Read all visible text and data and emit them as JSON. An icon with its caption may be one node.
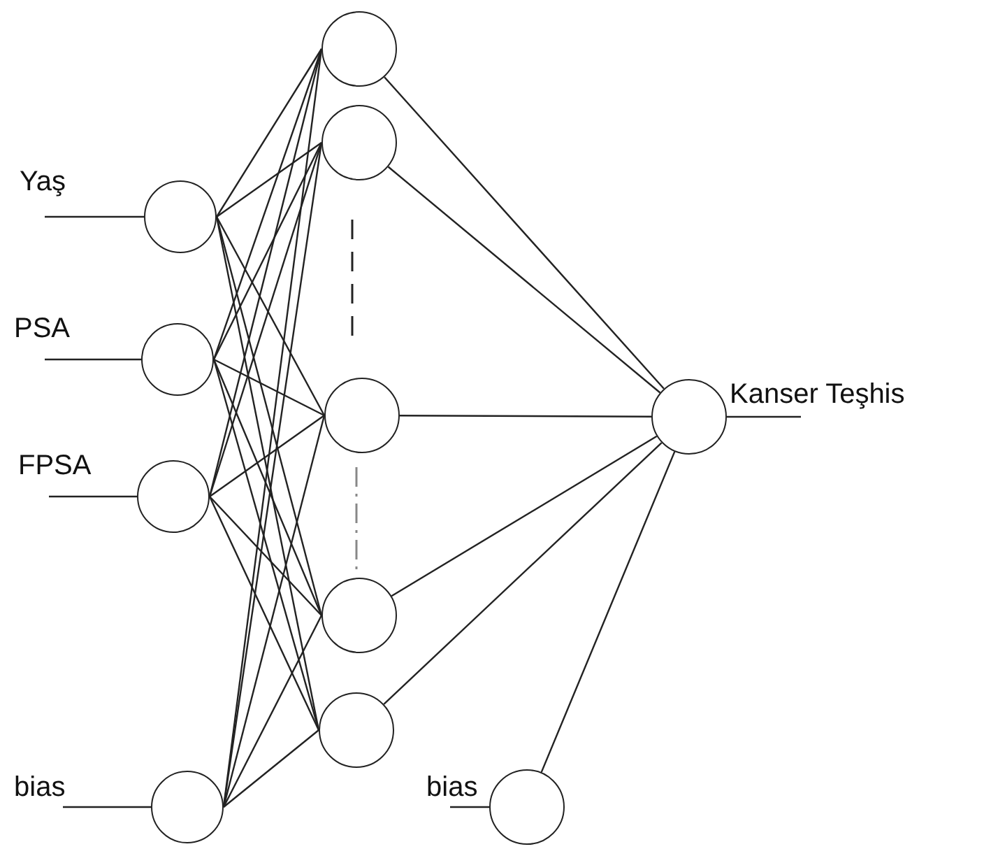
{
  "diagram": {
    "nodes": [
      {
        "text": [],
        "shape": "circle",
        "beside": [
          "Yaş"
        ]
      },
      {
        "text": [],
        "shape": "circle",
        "beside": [
          "PSA"
        ]
      },
      {
        "text": [],
        "shape": "circle",
        "beside": [
          "FPSA"
        ]
      },
      {
        "text": [],
        "shape": "circle",
        "beside": [
          "bias"
        ]
      },
      {
        "text": [],
        "shape": "circle"
      },
      {
        "text": [],
        "shape": "circle"
      },
      {
        "text": [],
        "shape": "circle"
      },
      {
        "text": [],
        "shape": "circle"
      },
      {
        "text": [],
        "shape": "circle"
      },
      {
        "text": [],
        "shape": "circle",
        "beside": [
          "bias"
        ]
      },
      {
        "text": [],
        "shape": "circle",
        "beside": [
          "Kanser Teşhis"
        ]
      }
    ],
    "edges": [
      {
        "from": null,
        "to": 0,
        "arrow": "none"
      },
      {
        "from": null,
        "to": 1,
        "arrow": "none"
      },
      {
        "from": null,
        "to": 2,
        "arrow": "none"
      },
      {
        "from": null,
        "to": 3,
        "arrow": "none"
      },
      {
        "from": 0,
        "to": 4,
        "arrow": "none"
      },
      {
        "from": 0,
        "to": 5,
        "arrow": "none"
      },
      {
        "from": 0,
        "to": 6,
        "arrow": "none"
      },
      {
        "from": 0,
        "to": 7,
        "arrow": "none"
      },
      {
        "from": 0,
        "to": 8,
        "arrow": "none"
      },
      {
        "from": 1,
        "to": 4,
        "arrow": "none"
      },
      {
        "from": 1,
        "to": 5,
        "arrow": "none"
      },
      {
        "from": 1,
        "to": 6,
        "arrow": "none"
      },
      {
        "from": 1,
        "to": 7,
        "arrow": "none"
      },
      {
        "from": 1,
        "to": 8,
        "arrow": "none"
      },
      {
        "from": 2,
        "to": 4,
        "arrow": "none"
      },
      {
        "from": 2,
        "to": 5,
        "arrow": "none"
      },
      {
        "from": 2,
        "to": 6,
        "arrow": "none"
      },
      {
        "from": 2,
        "to": 7,
        "arrow": "none"
      },
      {
        "from": 2,
        "to": 8,
        "arrow": "none"
      },
      {
        "from": 3,
        "to": 4,
        "arrow": "none"
      },
      {
        "from": 3,
        "to": 5,
        "arrow": "none"
      },
      {
        "from": 3,
        "to": 6,
        "arrow": "none"
      },
      {
        "from": 3,
        "to": 7,
        "arrow": "none"
      },
      {
        "from": 3,
        "to": 8,
        "arrow": "none"
      },
      {
        "from": 4,
        "to": 10,
        "arrow": "none"
      },
      {
        "from": 5,
        "to": 10,
        "arrow": "none"
      },
      {
        "from": 6,
        "to": 10,
        "arrow": "none"
      },
      {
        "from": 7,
        "to": 10,
        "arrow": "none"
      },
      {
        "from": 8,
        "to": 10,
        "arrow": "none"
      },
      {
        "from": null,
        "to": 9,
        "arrow": "none"
      },
      {
        "from": 9,
        "to": 10,
        "arrow": "none"
      },
      {
        "from": 10,
        "to": null,
        "arrow": "none"
      }
    ]
  }
}
